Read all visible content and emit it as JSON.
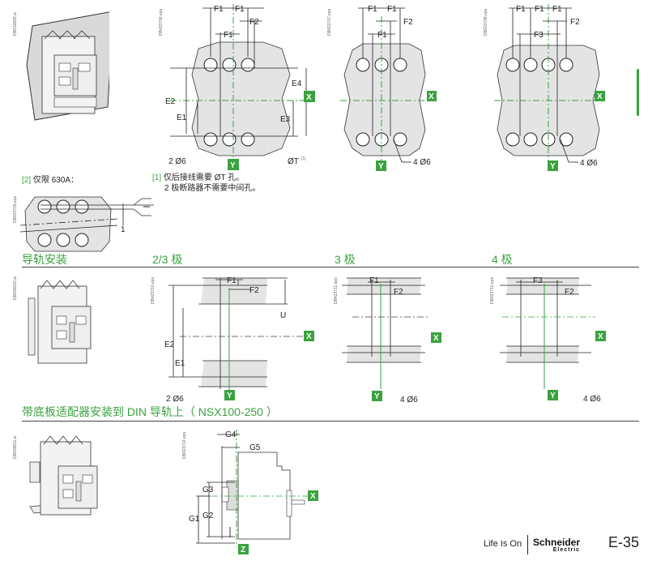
{
  "figure_ids": {
    "fig1": "DB416893.ai",
    "fig2": "DB423706.eps",
    "fig3": "DB423707.eps",
    "fig4": "DB423708.eps",
    "fig5": "DB423705.eps",
    "fig6": "DB436810.ai",
    "fig7": "DB423710.eps",
    "fig8": "DB423711.eps",
    "fig9": "DB423712.eps",
    "fig10": "DB436811.ai",
    "fig11": "DB423714.eps"
  },
  "dims": {
    "F1": "F1",
    "F2": "F2",
    "F3": "F3",
    "E1": "E1",
    "E2": "E2",
    "E3": "E3",
    "E4": "E4",
    "U": "U",
    "G1": "G1",
    "G2": "G2",
    "G3": "G3",
    "G4": "G4",
    "G5": "G5",
    "hole2": "2 Ø6",
    "hole4": "4 Ø6",
    "holeT": "ØT",
    "holeT_ref": "[1]",
    "one": "1"
  },
  "axes": {
    "x": "X",
    "y": "Y",
    "z": "Z"
  },
  "notes": {
    "note2_ref": "[2]",
    "note2_text": "仅限 630A：",
    "note1_ref": "[1]",
    "note1_line1": "仅后接线需要 ØT 孔。",
    "note1_line2": "2 极断路器不需要中间孔。"
  },
  "sections": {
    "rail_mount": "导轨安装",
    "poles_23": "2/3 极",
    "poles_3": "3 极",
    "poles_4": "4 极",
    "din_adapter": "带底板适配器安装到 DIN 导轨上（ NSX100-250 ）"
  },
  "footer": {
    "slogan": "Life Is On",
    "brand": "Schneider",
    "brand_sub": "Electric",
    "page": "E-35"
  },
  "colors": {
    "accent": "#3aa23f"
  }
}
